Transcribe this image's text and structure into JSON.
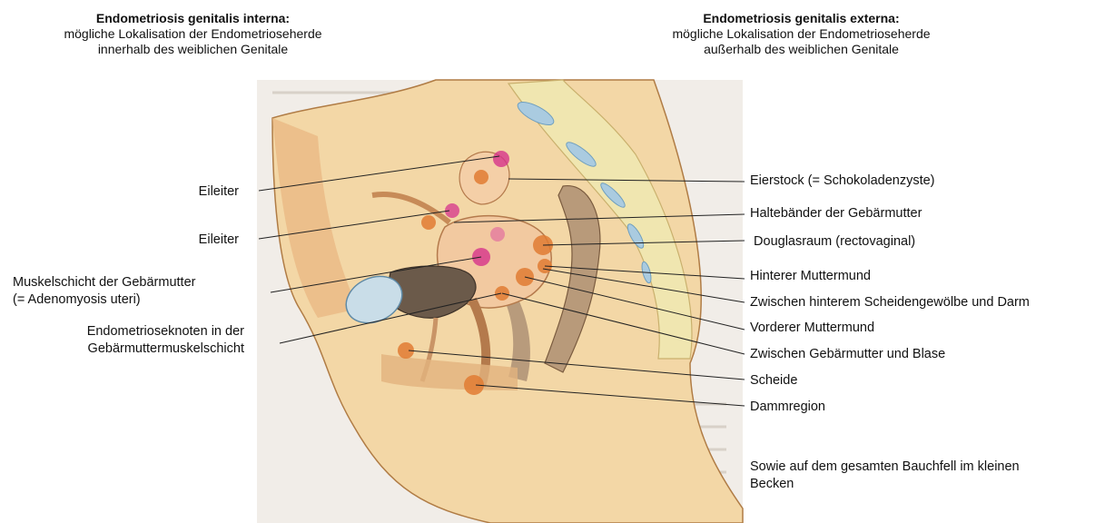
{
  "header_left": {
    "title": "Endometriosis genitalis interna:",
    "line1": "mögliche Lokalisation der Endometrioseherde",
    "line2": "innerhalb des weiblichen Genitale"
  },
  "header_right": {
    "title": "Endometriosis genitalis  externa:",
    "line1": "mögliche Lokalisation der Endometrioseherde",
    "line2": "außerhalb des weiblichen Genitale"
  },
  "labels_left": [
    {
      "text": "Eileiter"
    },
    {
      "text": "Eileiter"
    },
    {
      "line1": "Muskelschicht der Gebärmutter",
      "line2": "(= Adenomyosis uteri)"
    },
    {
      "line1": "Endometrioseknoten in der",
      "line2": "Gebärmuttermuskelschicht"
    }
  ],
  "labels_right": [
    "Eierstock (= Schokoladenzyste)",
    "Haltebänder der Gebärmutter",
    " Douglasraum (rectovaginal)",
    "Hinterer Muttermund",
    "Zwischen hinterem Scheidengewölbe und Darm",
    "Vorderer Muttermund",
    "Zwischen Gebärmutter und Blase",
    "Scheide",
    "Dammregion"
  ],
  "footnote": {
    "line1": "Sowie auf dem gesamten Bauchfell im kleinen",
    "line2": "Becken"
  }
}
